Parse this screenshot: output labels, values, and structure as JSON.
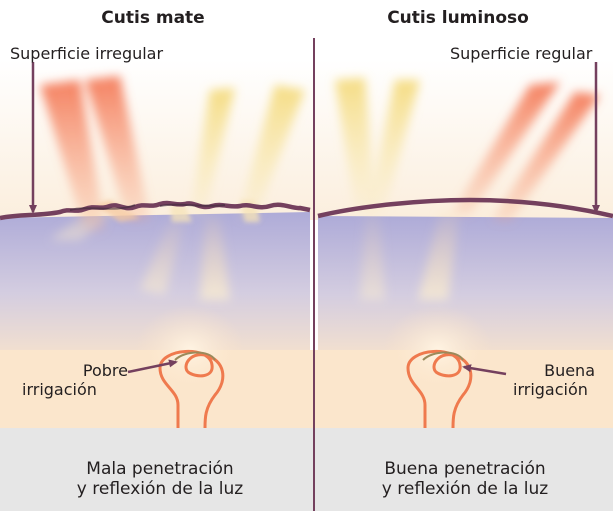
{
  "left": {
    "title": "Cutis mate",
    "surface_label": "Superficie irregular",
    "irrigation_line1": "Pobre",
    "irrigation_line2": "irrigación",
    "caption_line1": "Mala penetración",
    "caption_line2": "y reflexión de la luz"
  },
  "right": {
    "title": "Cutis luminoso",
    "surface_label": "Superficie regular",
    "irrigation_line1": "Buena",
    "irrigation_line2": "irrigación",
    "caption_line1": "Buena penetración",
    "caption_line2": "y reflexión de la luz"
  },
  "colors": {
    "background_top": "#fdf0dc",
    "skin_layer": "#b8b6dc",
    "dermis": "#fbe6cc",
    "skin_line": "#74405e",
    "vessel": "#ef7a4e",
    "caption_band": "#e6e6e6",
    "divider": "#74405e",
    "arrow": "#74405e"
  }
}
